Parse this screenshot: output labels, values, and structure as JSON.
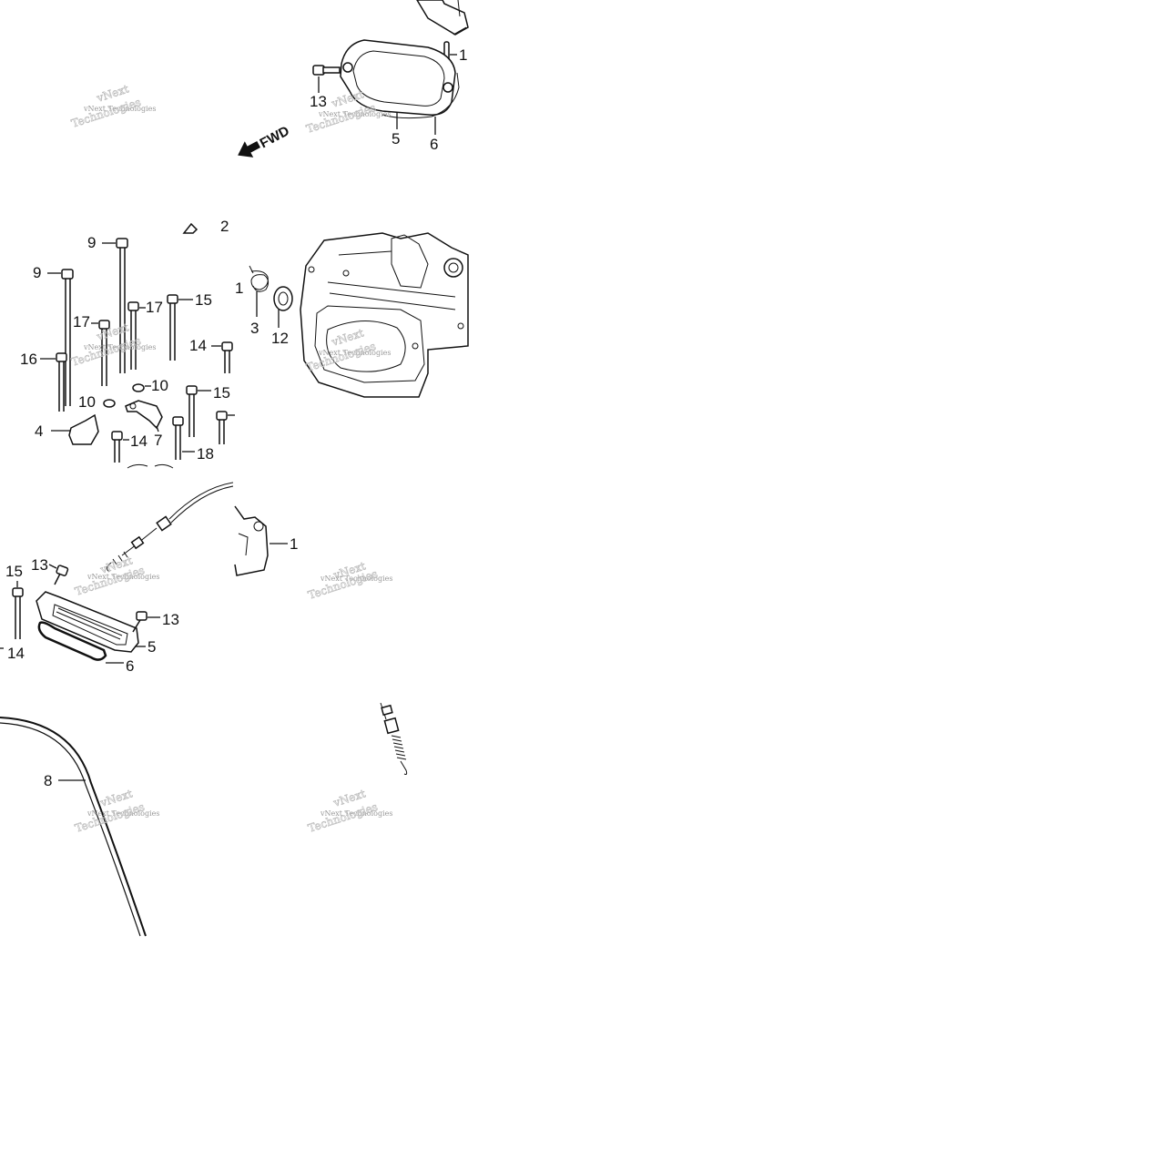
{
  "diagram": {
    "fwd_label": "FWD",
    "watermark": "vNext Technologies",
    "callouts": {
      "top_1": "1",
      "top_13": "13",
      "top_5": "5",
      "top_6": "6",
      "mid_2": "2",
      "mid_9a": "9",
      "mid_9b": "9",
      "mid_17a": "17",
      "mid_17b": "17",
      "mid_15a": "15",
      "mid_15b": "15",
      "mid_16": "16",
      "mid_14a": "14",
      "mid_14b": "14",
      "mid_10a": "10",
      "mid_10b": "10",
      "mid_4": "4",
      "mid_7": "7",
      "mid_18": "18",
      "mid_1": "1",
      "mid_3": "3",
      "mid_12": "12",
      "low_1": "1",
      "low_13a": "13",
      "low_13b": "13",
      "low_15": "15",
      "low_14": "14",
      "low_5": "5",
      "low_6": "6",
      "bot_8": "8"
    }
  }
}
